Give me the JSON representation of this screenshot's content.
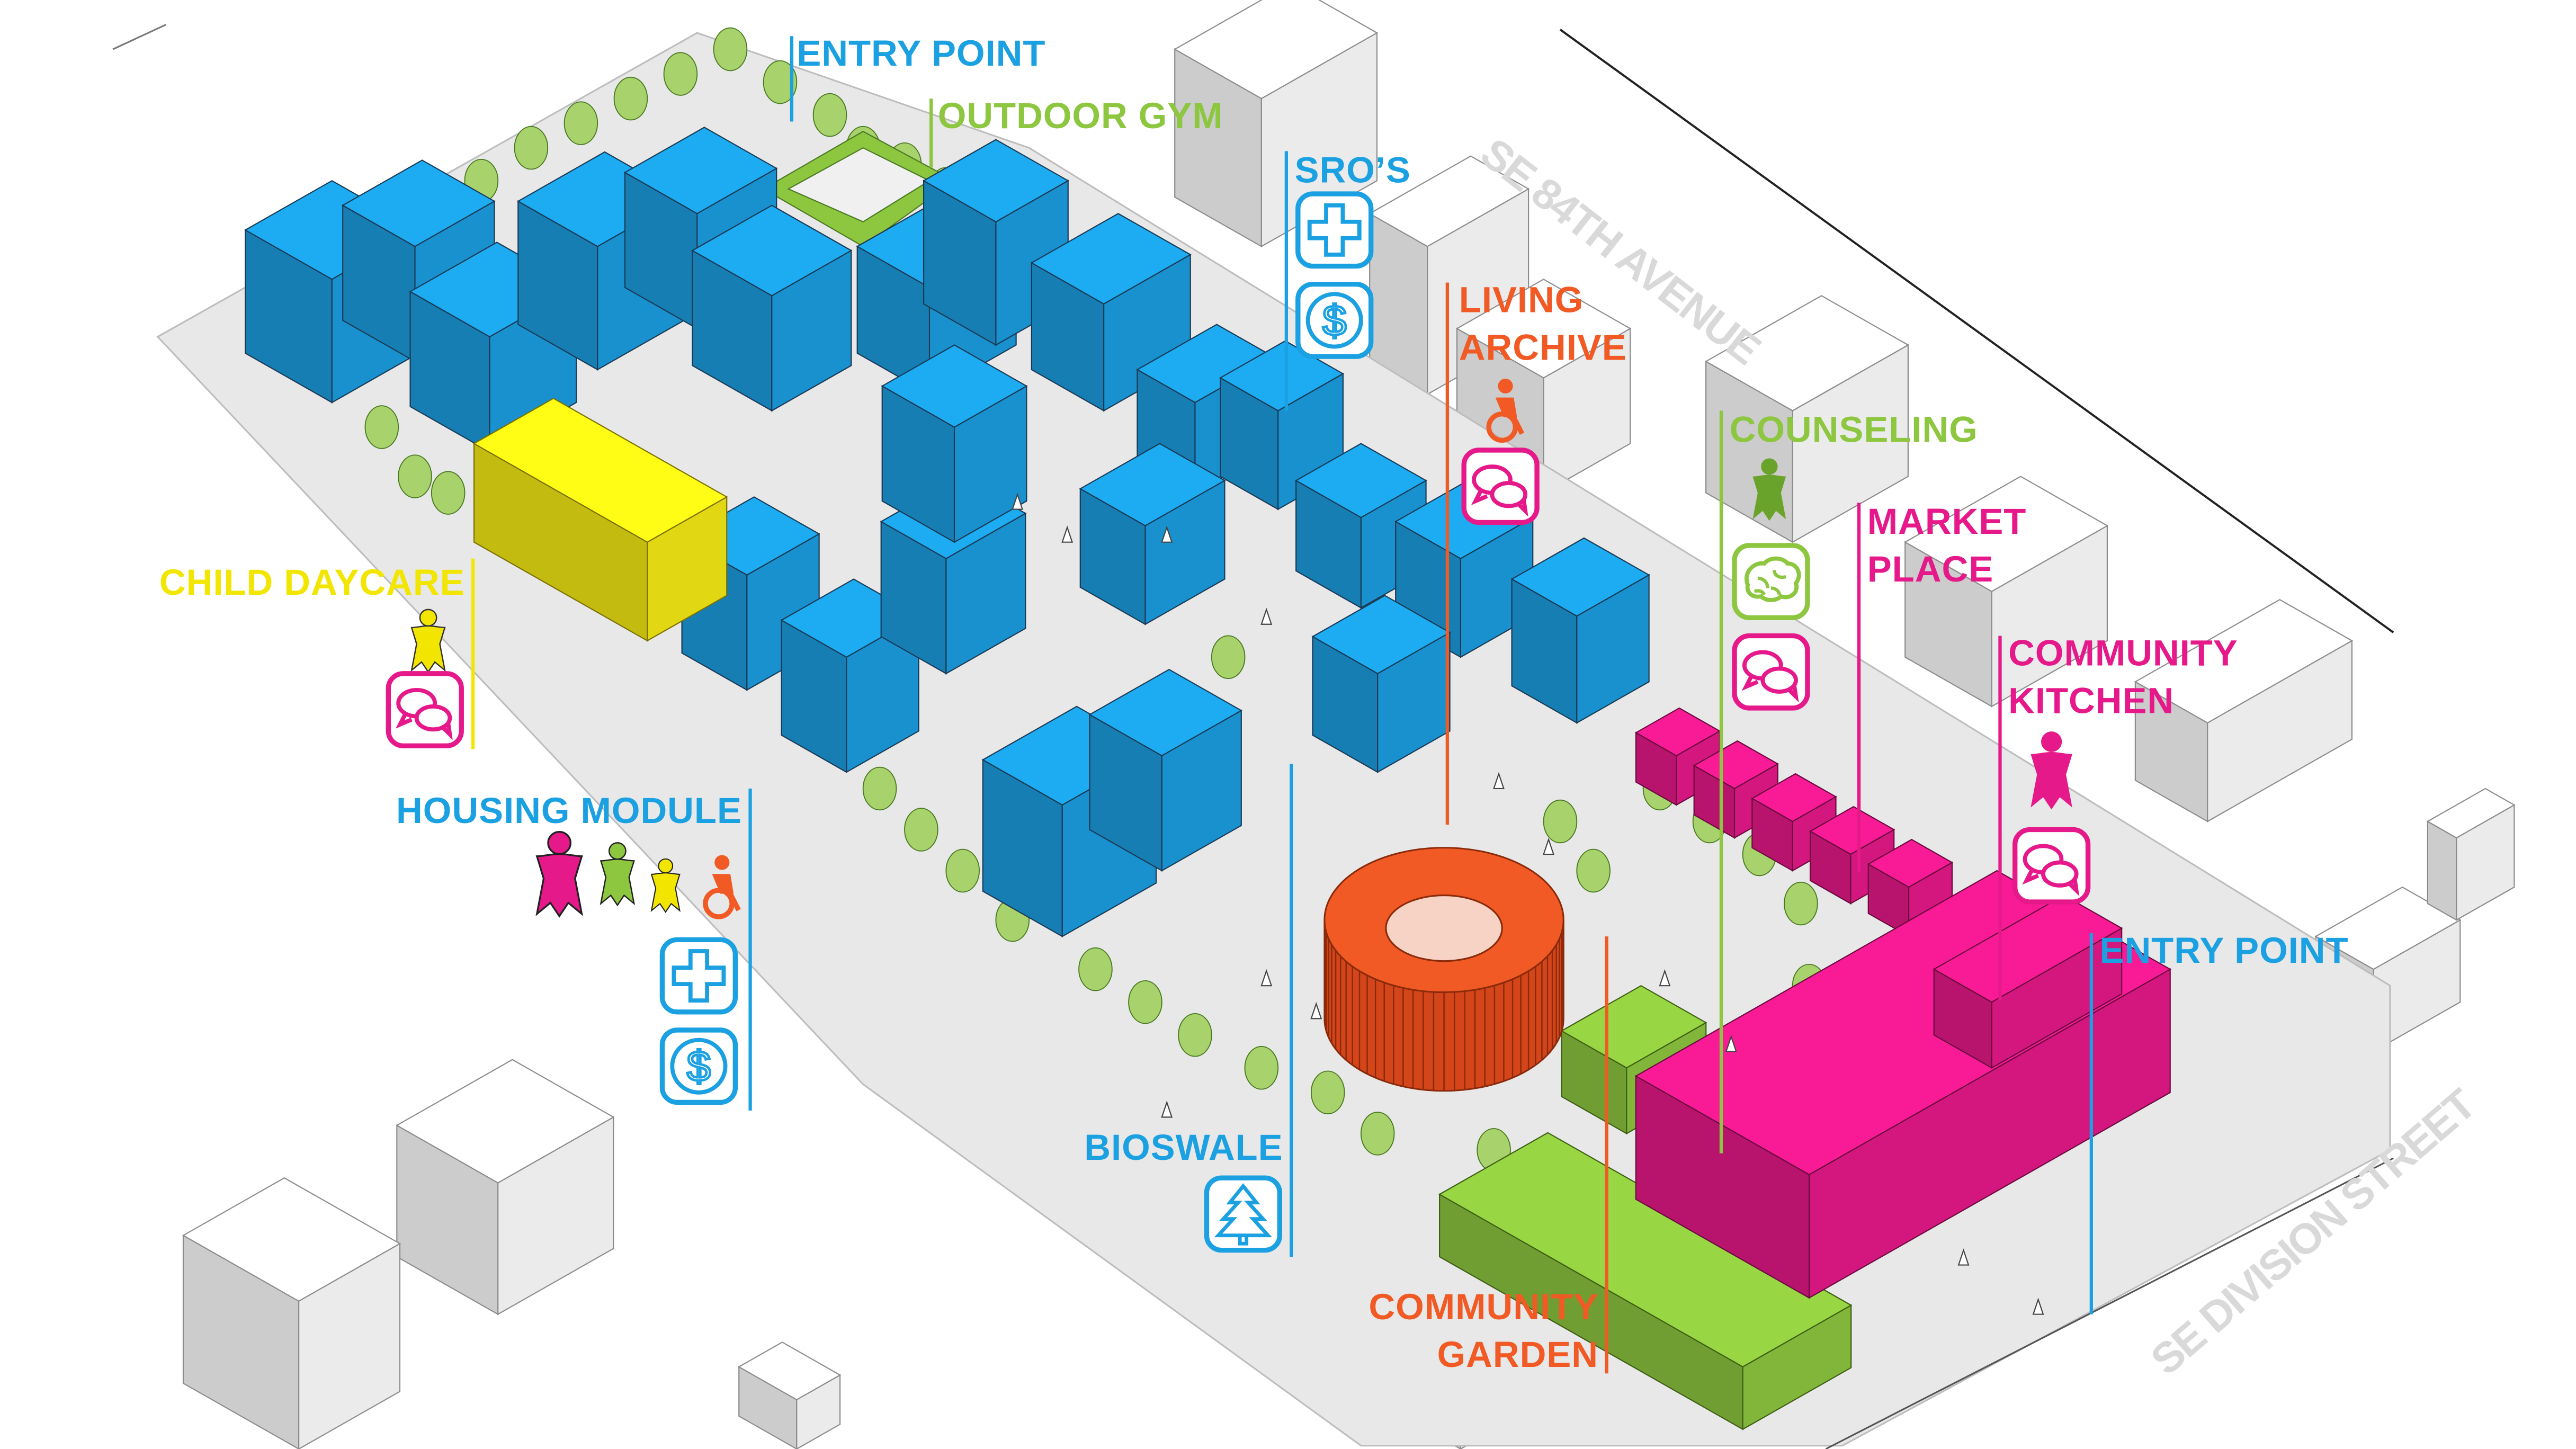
{
  "labels": {
    "entry_point_top": "ENTRY POINT",
    "outdoor_gym": "OUTDOOR GYM",
    "sros": "SRO’S",
    "living_archive": [
      "LIVING",
      "ARCHIVE"
    ],
    "counseling": "COUNSELING",
    "market_place": [
      "MARKET",
      "PLACE"
    ],
    "community_kitchen": [
      "COMMUNITY",
      "KITCHEN"
    ],
    "child_daycare": "CHILD DAYCARE",
    "housing_module": "HOUSING MODULE",
    "entry_point_right": "ENTRY POINT",
    "bioswale": "BIOSWALE",
    "community_garden": [
      "COMMUNITY",
      "GARDEN"
    ]
  },
  "streets": {
    "avenue": "SE 84TH AVENUE",
    "street": "SE DIVISION STREET"
  },
  "icons": [
    "medical-cross-icon",
    "dollar-icon",
    "chat-bubbles-icon",
    "brain-icon",
    "tree-icon",
    "person-icon",
    "wheelchair-user-icon"
  ],
  "colors": {
    "housing_blue": "#1b9ee0",
    "daycare_yellow": "#f5ea14",
    "archive_orange": "#f15a24",
    "garden_green": "#8dc63f",
    "market_magenta": "#e6198a",
    "ground_grey": "#e8e8e8"
  }
}
